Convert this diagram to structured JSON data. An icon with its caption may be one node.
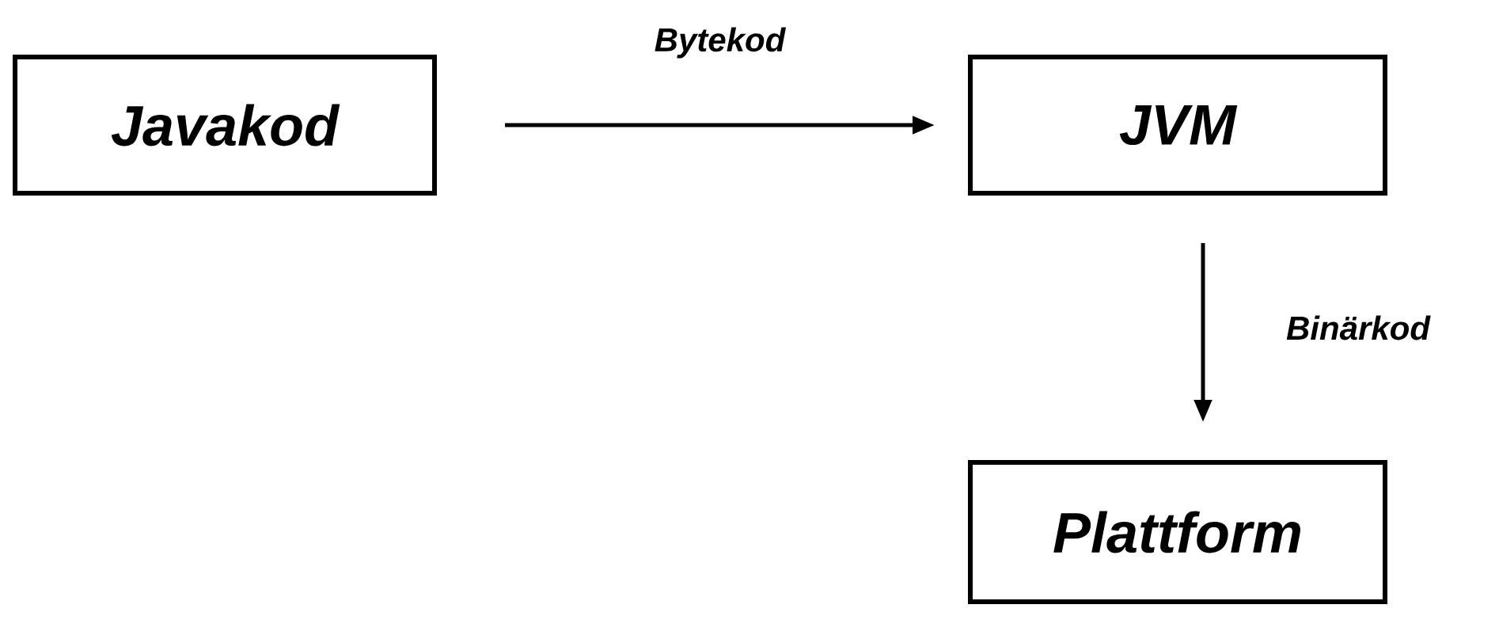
{
  "diagram": {
    "nodes": [
      {
        "text": [
          "Javakod"
        ]
      },
      {
        "text": [
          "JVM"
        ]
      },
      {
        "text": [
          "Plattform"
        ]
      }
    ],
    "edges": [
      {
        "from": 0,
        "to": 1,
        "arrow": "to",
        "label": "Bytekod"
      },
      {
        "from": 1,
        "to": 2,
        "arrow": "to",
        "label": "Binärkod"
      }
    ]
  }
}
